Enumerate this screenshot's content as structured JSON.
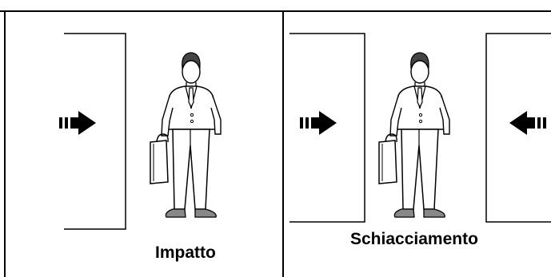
{
  "panels": [
    {
      "id": "impact",
      "label": "Impatto"
    },
    {
      "id": "crush",
      "label": "Schiacciamento"
    }
  ],
  "colors": {
    "line": "#000000",
    "figure_fill": "#ffffff",
    "shoes": "#888888",
    "hair": "#444444"
  },
  "icons": [
    "right-arrow-icon",
    "left-arrow-icon",
    "businessman-icon",
    "briefcase-icon",
    "door-panel-icon"
  ]
}
